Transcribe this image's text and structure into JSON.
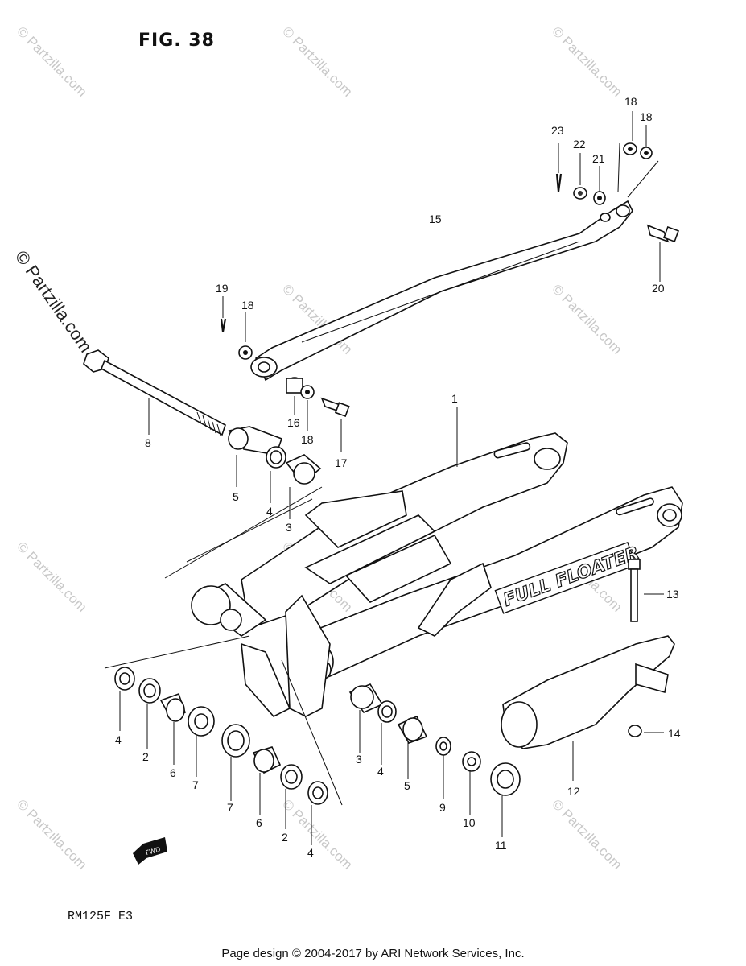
{
  "figure": {
    "title": "FIG. 38"
  },
  "model": "RM125F  E3",
  "footer": "Page design © 2004-2017 by ARI Network Services, Inc.",
  "watermark": {
    "text": "© Partzilla.com"
  },
  "fwd_arrow": {
    "label": "FWD"
  },
  "full_floater_logo": "FULL FLOATER",
  "callouts": [
    {
      "id": "1",
      "label": "1"
    },
    {
      "id": "15",
      "label": "15"
    },
    {
      "id": "23",
      "label": "23"
    },
    {
      "id": "22",
      "label": "22"
    },
    {
      "id": "21",
      "label": "21"
    },
    {
      "id": "18a",
      "label": "18"
    },
    {
      "id": "18b",
      "label": "18"
    },
    {
      "id": "20",
      "label": "20"
    },
    {
      "id": "19",
      "label": "19"
    },
    {
      "id": "18c",
      "label": "18"
    },
    {
      "id": "16",
      "label": "16"
    },
    {
      "id": "18d",
      "label": "18"
    },
    {
      "id": "17",
      "label": "17"
    },
    {
      "id": "8",
      "label": "8"
    },
    {
      "id": "5a",
      "label": "5"
    },
    {
      "id": "4a",
      "label": "4"
    },
    {
      "id": "3a",
      "label": "3"
    },
    {
      "id": "13",
      "label": "13"
    },
    {
      "id": "14",
      "label": "14"
    },
    {
      "id": "12",
      "label": "12"
    },
    {
      "id": "4b",
      "label": "4"
    },
    {
      "id": "2a",
      "label": "2"
    },
    {
      "id": "6a",
      "label": "6"
    },
    {
      "id": "7a",
      "label": "7"
    },
    {
      "id": "7b",
      "label": "7"
    },
    {
      "id": "6b",
      "label": "6"
    },
    {
      "id": "2b",
      "label": "2"
    },
    {
      "id": "4c",
      "label": "4"
    },
    {
      "id": "3b",
      "label": "3"
    },
    {
      "id": "4d",
      "label": "4"
    },
    {
      "id": "5b",
      "label": "5"
    },
    {
      "id": "9",
      "label": "9"
    },
    {
      "id": "10",
      "label": "10"
    },
    {
      "id": "11",
      "label": "11"
    }
  ]
}
